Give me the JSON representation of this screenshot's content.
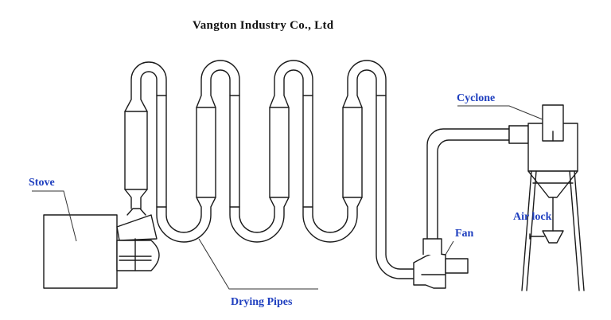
{
  "header": {
    "company": "Vangton Industry Co., Ltd"
  },
  "labels": {
    "stove": "Stove",
    "drying_pipes": "Drying Pipes",
    "cyclone": "Cyclone",
    "fan": "Fan",
    "air_lock": "Air lock"
  },
  "colors": {
    "label": "#1f3fbf",
    "ink": "#1a1a1a"
  }
}
